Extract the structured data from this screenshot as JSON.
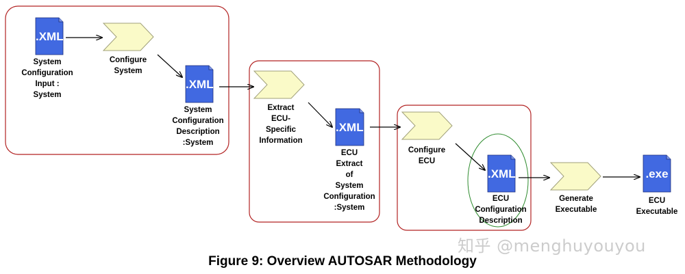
{
  "colors": {
    "group_border": "#b22222",
    "document_fill": "#4169e1",
    "document_text": "#ffffff",
    "step_fill": "#fafac8",
    "step_border": "#a0a07a",
    "highlight_ellipse": "#2e8b2e",
    "arrow": "#000000"
  },
  "documents": [
    {
      "id": "sys-config-input",
      "badge": ".XML",
      "label": "System\nConfiguration\nInput :\nSystem"
    },
    {
      "id": "sys-config-desc",
      "badge": ".XML",
      "label": "System\nConfiguration\nDescription\n:System"
    },
    {
      "id": "ecu-extract",
      "badge": ".XML",
      "label": "ECU\nExtract\nof\nSystem\nConfiguration\n:System"
    },
    {
      "id": "ecu-config-desc",
      "badge": ".XML",
      "label": "ECU\nConfiguration\nDescription"
    },
    {
      "id": "ecu-executable",
      "badge": ".exe",
      "label": "ECU\nExecutable"
    }
  ],
  "steps": [
    {
      "id": "configure-system",
      "label": "Configure\nSystem"
    },
    {
      "id": "extract-ecu-info",
      "label": "Extract\nECU-\nSpecific\nInformation"
    },
    {
      "id": "configure-ecu",
      "label": "Configure\nECU"
    },
    {
      "id": "generate-executable",
      "label": "Generate\nExecutable"
    }
  ],
  "caption": "Figure 9: Overview AUTOSAR Methodology",
  "watermark": "知乎 @menghuyouyou",
  "icons": {
    "document": "document-icon",
    "step": "chevron-step-icon",
    "arrow": "arrow-icon"
  }
}
